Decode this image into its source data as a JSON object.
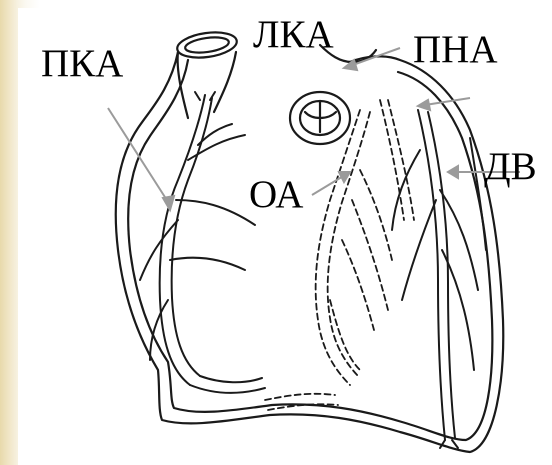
{
  "labels": {
    "pka": "ПКА",
    "lka": "ЛКА",
    "pna": "ПНА",
    "dv": "ДВ",
    "oa": "ОА"
  },
  "colors": {
    "outline": "#1a1a1a",
    "pointer": "#9b9b9b",
    "background_left": "#e8d9ab",
    "panel": "#ffffff"
  }
}
